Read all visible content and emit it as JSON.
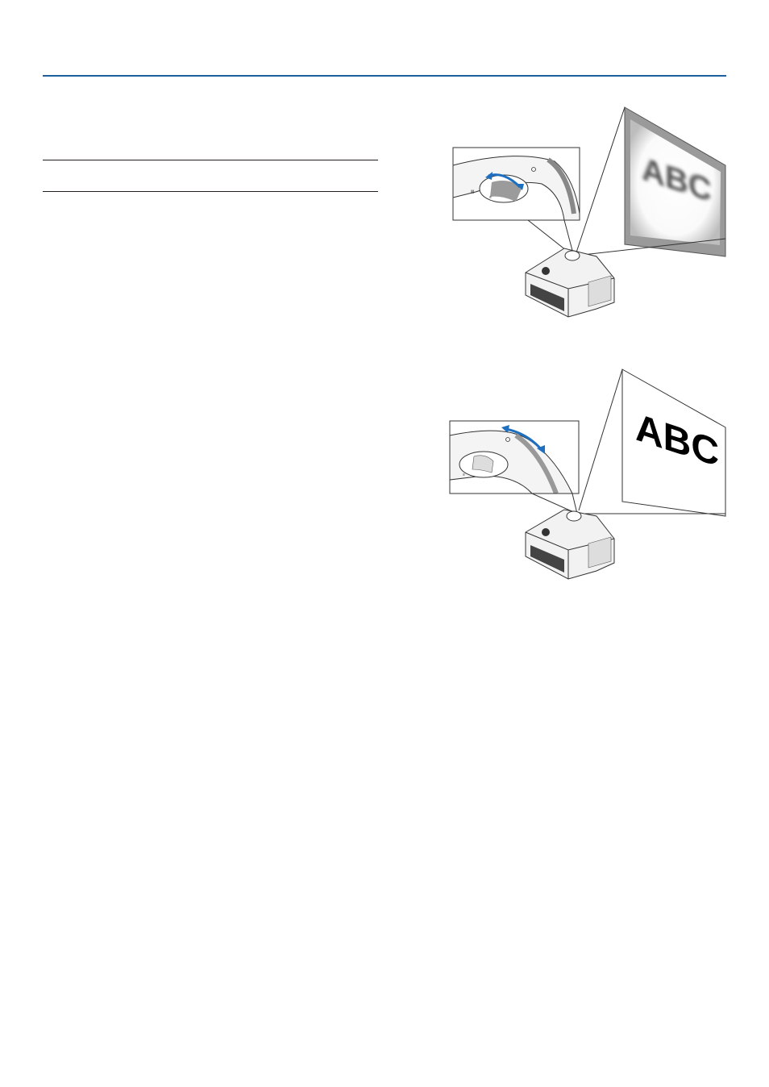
{
  "accent_color": "#1f5f9e",
  "figures": [
    {
      "name": "focus-adjustment-figure",
      "screen_text": "ABC",
      "screen_state": "blurred",
      "arrow_color": "#1e6fc0"
    },
    {
      "name": "zoom-adjustment-figure",
      "screen_text": "ABC",
      "screen_state": "sharp",
      "arrow_color": "#1e6fc0"
    }
  ]
}
